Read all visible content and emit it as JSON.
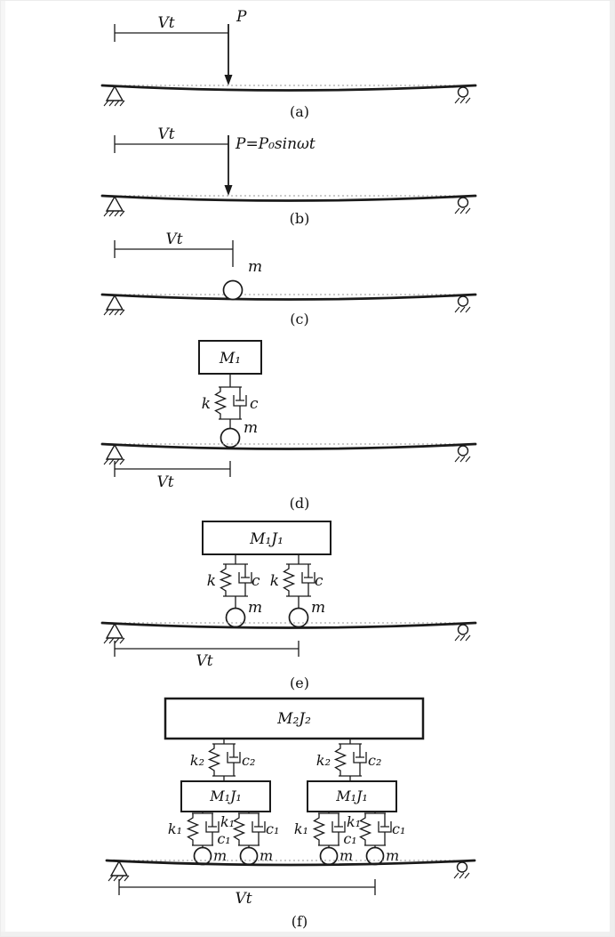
{
  "page": {
    "background": "#ffffff",
    "ink": "#1a1a1a"
  },
  "symbols": {
    "pin_support": "pin-support-icon",
    "roller_support": "roller-support-icon",
    "spring": "spring-icon",
    "damper": "damper-icon",
    "wheel_mass": "wheel-icon",
    "force_arrow": "arrow-down-icon"
  },
  "panels": {
    "a": {
      "caption": "(a)",
      "vt": "Vt",
      "load": "P"
    },
    "b": {
      "caption": "(b)",
      "vt": "Vt",
      "load": "P=P₀sinωt"
    },
    "c": {
      "caption": "(c)",
      "vt": "Vt",
      "mass": "m"
    },
    "d": {
      "caption": "(d)",
      "vt": "Vt",
      "body": "M₁",
      "spring": "k",
      "damper": "c",
      "mass": "m"
    },
    "e": {
      "caption": "(e)",
      "vt": "Vt",
      "body": "M₁J₁",
      "springs": [
        "k",
        "k"
      ],
      "dampers": [
        "c",
        "c"
      ],
      "masses": [
        "m",
        "m"
      ]
    },
    "f": {
      "caption": "(f)",
      "vt": "Vt",
      "body": "M₂J₂",
      "upper_springs": [
        "k₂",
        "k₂"
      ],
      "upper_dampers": [
        "c₂",
        "c₂"
      ],
      "bogies": [
        "M₁J₁",
        "M₁J₁"
      ],
      "lower_springs": [
        "k₁",
        "k₁",
        "k₁",
        "k₁"
      ],
      "lower_dampers": [
        "c₁",
        "c₁",
        "c₁",
        "c₁"
      ],
      "masses": [
        "m",
        "m",
        "m",
        "m"
      ]
    }
  }
}
